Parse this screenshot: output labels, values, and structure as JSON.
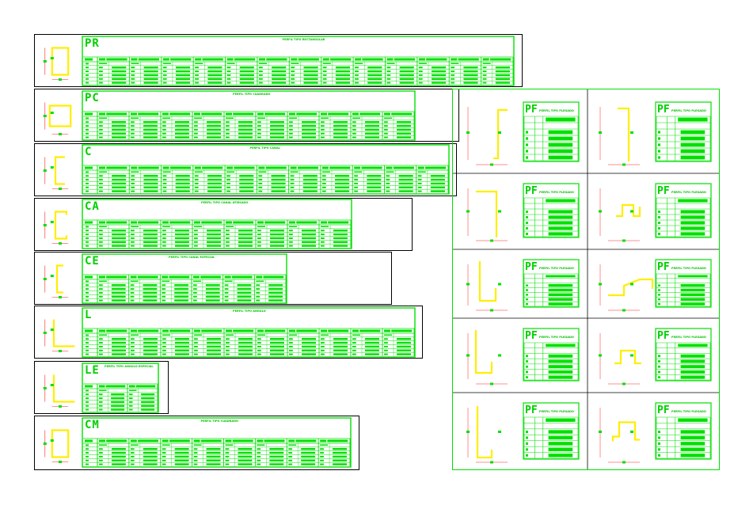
{
  "colors": {
    "accent": "#00e000",
    "shape": "#ffee00",
    "dim": "#ff2020",
    "frame": "#000000"
  },
  "profiles": [
    {
      "code": "PR",
      "title": "PERFIL TIPO RECTANGULAR"
    },
    {
      "code": "PC",
      "title": "PERFIL TIPO CUADRADO"
    },
    {
      "code": "C",
      "title": "PERFIL TIPO CANAL"
    },
    {
      "code": "CA",
      "title": "PERFIL TIPO CANAL ATIESADO"
    },
    {
      "code": "CE",
      "title": "PERFIL TIPO CANAL ESPECIAL"
    },
    {
      "code": "L",
      "title": "PERFIL TIPO ANGULO"
    },
    {
      "code": "LE",
      "title": "PERFIL TIPO ANGULO ESPECIAL"
    },
    {
      "code": "CM",
      "title": "PERFIL TIPO CUADRADO"
    }
  ],
  "pf_panels": [
    {
      "code": "PF",
      "title": "PERFIL TIPO PLEGADO"
    },
    {
      "code": "PF",
      "title": "PERFIL TIPO PLEGADO"
    },
    {
      "code": "PF",
      "title": "PERFIL TIPO PLEGADO"
    },
    {
      "code": "PF",
      "title": "PERFIL TIPO PLEGADO"
    },
    {
      "code": "PF",
      "title": "PERFIL TIPO PLEGADO"
    },
    {
      "code": "PF",
      "title": "PERFIL TIPO PLEGADO"
    },
    {
      "code": "PF",
      "title": "PERFIL TIPO PLEGADO"
    },
    {
      "code": "PF",
      "title": "PERFIL TIPO PLEGADO"
    },
    {
      "code": "PF",
      "title": "PERFIL TIPO PLEGADO"
    },
    {
      "code": "PF",
      "title": "PERFIL TIPO PLEGADO"
    }
  ]
}
